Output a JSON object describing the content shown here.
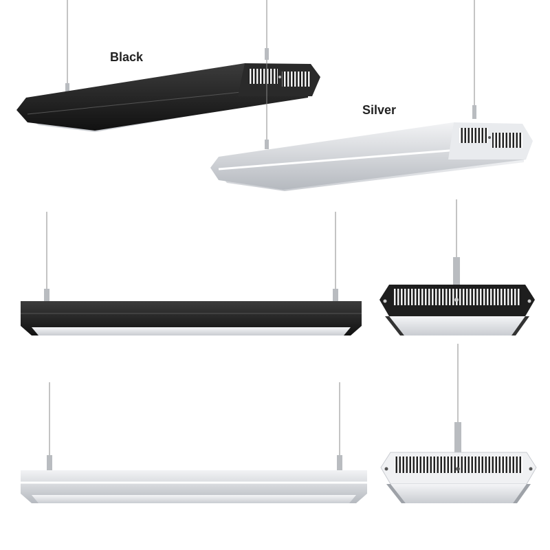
{
  "labels": {
    "black": "Black",
    "silver": "Silver"
  },
  "products": [
    {
      "finish": "black",
      "view": "angled"
    },
    {
      "finish": "silver",
      "view": "angled"
    },
    {
      "finish": "black",
      "view": "side"
    },
    {
      "finish": "black",
      "view": "end"
    },
    {
      "finish": "silver",
      "view": "side"
    },
    {
      "finish": "silver",
      "view": "end"
    }
  ],
  "colors": {
    "black_body": "#1c1c1c",
    "black_edge": "#3a3a3a",
    "silver_body": "#cfd2d6",
    "silver_edge": "#eef0f2",
    "diffuser": "#e4e6ea",
    "cable": "#8a8a8a",
    "clip": "#b9bcc0"
  }
}
